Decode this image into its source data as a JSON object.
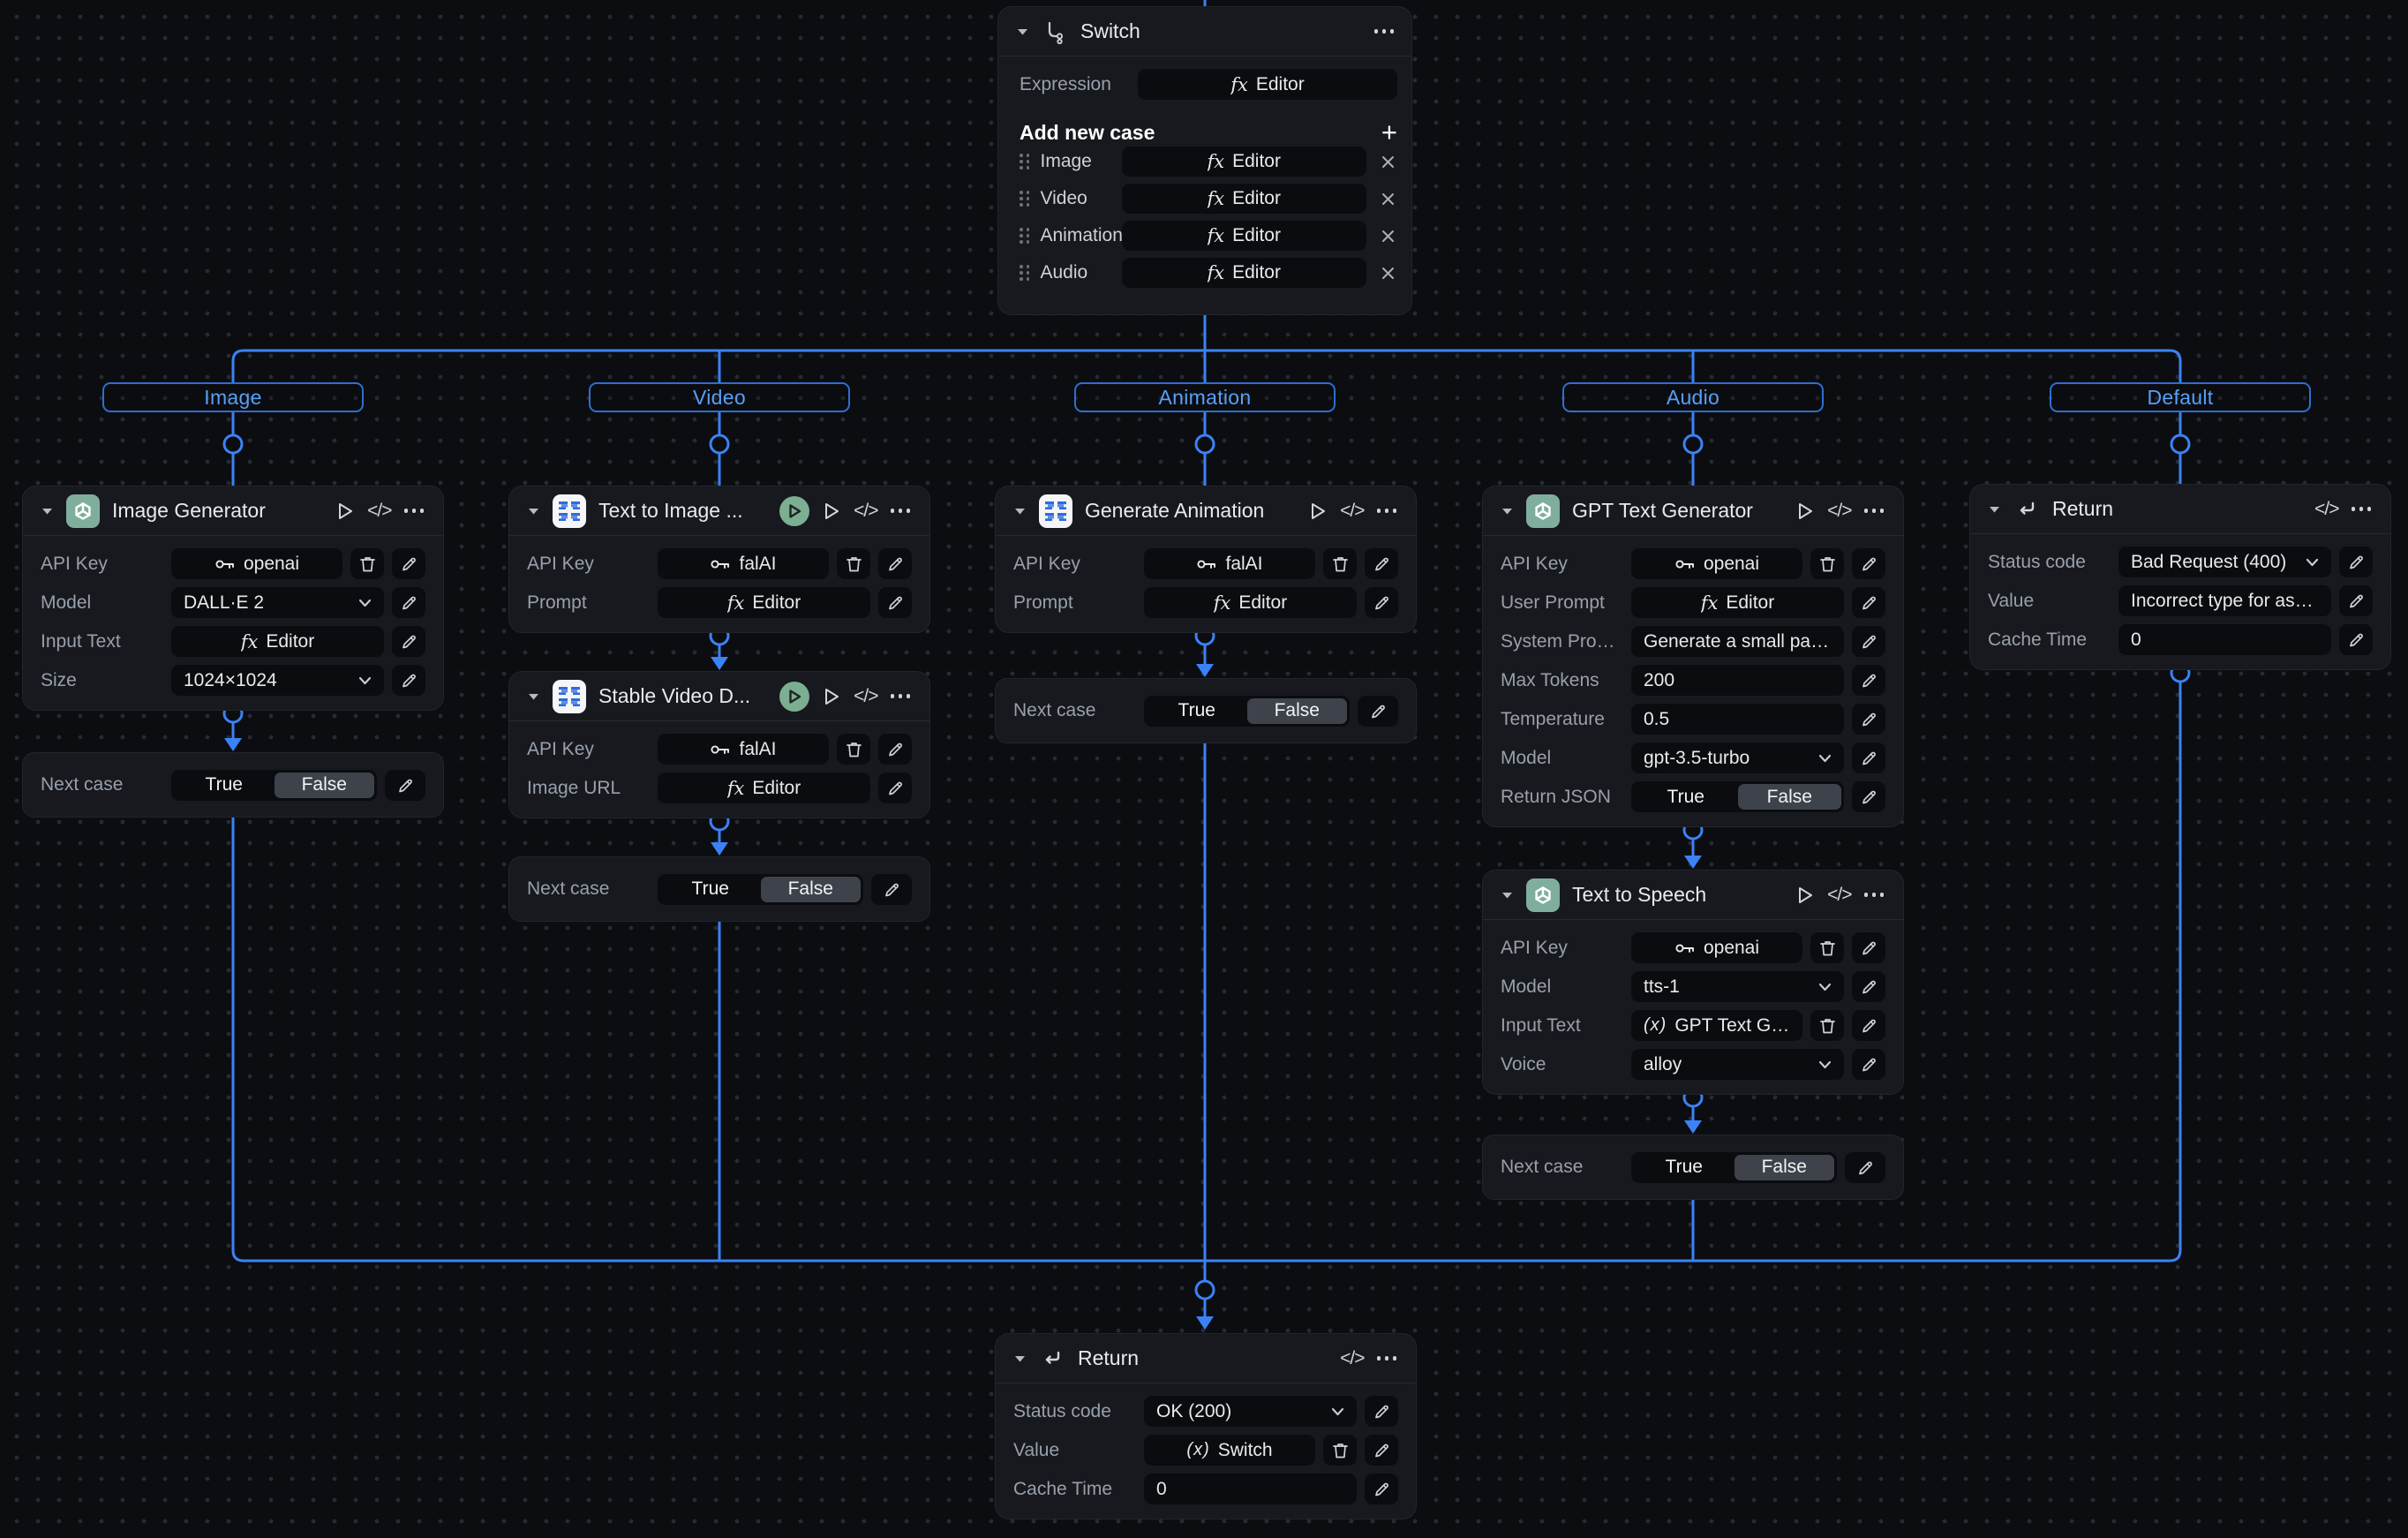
{
  "colors": {
    "accent_blue": "#3b82f6",
    "branch_label_text": "#57a0f7",
    "openai_icon_green": "#7fae9d",
    "fal_icon_blue": "#2f6cd8",
    "run_circle_green": "#7cae92",
    "false_pill_bg": "#3e434b",
    "node_bg": "#17191f",
    "canvas_bg": "#0b0d11"
  },
  "switch": {
    "title": "Switch",
    "expression": {
      "label": "Expression",
      "button": "Editor"
    },
    "add_new_case": "Add new case",
    "case_editor_label": "Editor",
    "cases": [
      {
        "label": "Image"
      },
      {
        "label": "Video"
      },
      {
        "label": "Animation"
      },
      {
        "label": "Audio"
      }
    ]
  },
  "branch_labels": [
    "Image",
    "Video",
    "Animation",
    "Audio",
    "Default"
  ],
  "cards": [
    {
      "id": "image-generator",
      "title": "Image Generator",
      "icon": "openai",
      "header_icons": [
        "play",
        "code",
        "menu"
      ],
      "fields": [
        {
          "label": "API Key",
          "type": "key",
          "value": "openai",
          "buttons": [
            "trash",
            "pencil"
          ]
        },
        {
          "label": "Model",
          "type": "select",
          "value": "DALL·E 2",
          "buttons": [
            "pencil"
          ]
        },
        {
          "label": "Input Text",
          "type": "editor",
          "value": "Editor",
          "buttons": [
            "pencil"
          ]
        },
        {
          "label": "Size",
          "type": "select",
          "value": "1024×1024",
          "buttons": [
            "pencil"
          ]
        }
      ]
    },
    {
      "id": "text-to-image",
      "title": "Text to Image ...",
      "icon": "fal",
      "header_icons": [
        "play-green",
        "play",
        "code",
        "menu"
      ],
      "fields": [
        {
          "label": "API Key",
          "type": "key",
          "value": "falAI",
          "buttons": [
            "trash",
            "pencil"
          ]
        },
        {
          "label": "Prompt",
          "type": "editor",
          "value": "Editor",
          "buttons": [
            "pencil"
          ]
        }
      ]
    },
    {
      "id": "stable-video",
      "title": "Stable Video D...",
      "icon": "fal",
      "header_icons": [
        "play-green",
        "play",
        "code",
        "menu"
      ],
      "fields": [
        {
          "label": "API Key",
          "type": "key",
          "value": "falAI",
          "buttons": [
            "trash",
            "pencil"
          ]
        },
        {
          "label": "Image URL",
          "type": "editor",
          "value": "Editor",
          "buttons": [
            "pencil"
          ]
        }
      ]
    },
    {
      "id": "generate-animation",
      "title": "Generate Animation",
      "icon": "fal",
      "header_icons": [
        "play",
        "code",
        "menu"
      ],
      "fields": [
        {
          "label": "API Key",
          "type": "key",
          "value": "falAI",
          "buttons": [
            "trash",
            "pencil"
          ]
        },
        {
          "label": "Prompt",
          "type": "editor",
          "value": "Editor",
          "buttons": [
            "pencil"
          ]
        }
      ]
    },
    {
      "id": "gpt-text-generator",
      "title": "GPT Text Generator",
      "icon": "openai",
      "header_icons": [
        "play",
        "code",
        "menu"
      ],
      "fields": [
        {
          "label": "API Key",
          "type": "key",
          "value": "openai",
          "buttons": [
            "trash",
            "pencil"
          ]
        },
        {
          "label": "User Prompt",
          "type": "editor",
          "value": "Editor",
          "buttons": [
            "pencil"
          ]
        },
        {
          "label": "System Prom...",
          "type": "text",
          "value": "Generate a small paragr...",
          "buttons": [
            "pencil"
          ]
        },
        {
          "label": "Max Tokens",
          "type": "text",
          "value": "200",
          "buttons": [
            "pencil"
          ]
        },
        {
          "label": "Temperature",
          "type": "text",
          "value": "0.5",
          "buttons": [
            "pencil"
          ]
        },
        {
          "label": "Model",
          "type": "select",
          "value": "gpt-3.5-turbo",
          "buttons": [
            "pencil"
          ]
        },
        {
          "label": "Return JSON",
          "type": "toggle",
          "true_label": "True",
          "false_label": "False",
          "buttons": [
            "pencil"
          ]
        }
      ]
    },
    {
      "id": "text-to-speech",
      "title": "Text to Speech",
      "icon": "openai",
      "header_icons": [
        "play",
        "code",
        "menu"
      ],
      "fields": [
        {
          "label": "API Key",
          "type": "key",
          "value": "openai",
          "buttons": [
            "trash",
            "pencil"
          ]
        },
        {
          "label": "Model",
          "type": "select",
          "value": "tts-1",
          "buttons": [
            "pencil"
          ]
        },
        {
          "label": "Input Text",
          "type": "var",
          "value": "GPT Text Gen...",
          "buttons": [
            "trash",
            "pencil"
          ]
        },
        {
          "label": "Voice",
          "type": "select",
          "value": "alloy",
          "buttons": [
            "pencil"
          ]
        }
      ]
    },
    {
      "id": "return-default",
      "title": "Return",
      "icon": "return",
      "header_icons": [
        "code",
        "menu"
      ],
      "fields": [
        {
          "label": "Status code",
          "type": "select",
          "value": "Bad Request (400)",
          "buttons": [
            "pencil"
          ]
        },
        {
          "label": "Value",
          "type": "text",
          "value": "Incorrect type for asset...",
          "buttons": [
            "pencil"
          ]
        },
        {
          "label": "Cache Time",
          "type": "text",
          "value": "0",
          "buttons": [
            "pencil"
          ]
        }
      ]
    },
    {
      "id": "return-main",
      "title": "Return",
      "icon": "return",
      "header_icons": [
        "code",
        "menu"
      ],
      "fields": [
        {
          "label": "Status code",
          "type": "select",
          "value": "OK (200)",
          "buttons": [
            "pencil"
          ]
        },
        {
          "label": "Value",
          "type": "var",
          "value": "Switch",
          "buttons": [
            "trash",
            "pencil"
          ]
        },
        {
          "label": "Cache Time",
          "type": "text",
          "value": "0",
          "buttons": [
            "pencil"
          ]
        }
      ]
    }
  ],
  "next_case_nodes": [
    {
      "id": "image",
      "label": "Next case",
      "true_label": "True",
      "false_label": "False"
    },
    {
      "id": "video",
      "label": "Next case",
      "true_label": "True",
      "false_label": "False"
    },
    {
      "id": "animation",
      "label": "Next case",
      "true_label": "True",
      "false_label": "False"
    },
    {
      "id": "audio",
      "label": "Next case",
      "true_label": "True",
      "false_label": "False"
    }
  ]
}
